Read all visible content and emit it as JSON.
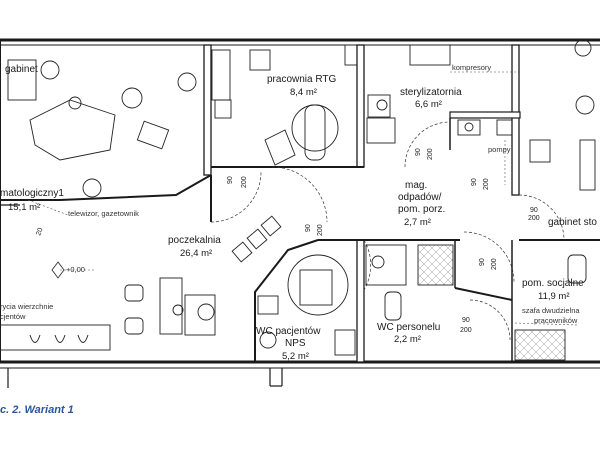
{
  "rooms": {
    "gabinet_1": {
      "name1": "gabinet",
      "name2": "matologiczny1",
      "area": "15,1 m²"
    },
    "pracownia_rtg": {
      "name": "pracownia RTG",
      "area": "8,4 m²"
    },
    "sterylizatornia": {
      "name": "sterylizatornia",
      "area": "6,6 m²"
    },
    "mag_odpadow": {
      "name1": "mag.",
      "name2": "odpadów/",
      "name3": "pom. porz.",
      "area": "2,7 m²"
    },
    "gabinet_2": {
      "name": "gabinet sto"
    },
    "poczekalnia": {
      "name": "poczekalnia",
      "area": "26,4 m²"
    },
    "wc_pacjentow": {
      "name1": "WC pacjentów",
      "name2": "NPS",
      "area": "5,2 m²"
    },
    "wc_personelu": {
      "name": "WC personelu",
      "area": "2,2 m²"
    },
    "pom_socjalne": {
      "name": "pom. socjalne",
      "area": "11,9 m²"
    }
  },
  "annotations": {
    "kompresory": "kompresory",
    "pompy": "pompy",
    "telewizor": "telewizor, gazetownik",
    "level": "+0,00",
    "szafa_line1": "szafa dwudzielna",
    "szafa_line2": "pracowników",
    "okrycia_line1": "ryciа wierzchnie",
    "okrycia_line2": "cjentów"
  },
  "dimensions": {
    "d90": "90",
    "d200": "200",
    "d20": "20"
  },
  "caption": "c. 2. Wariant 1",
  "colors": {
    "caption": "#2c5697",
    "wall": "#1a1a1a"
  }
}
